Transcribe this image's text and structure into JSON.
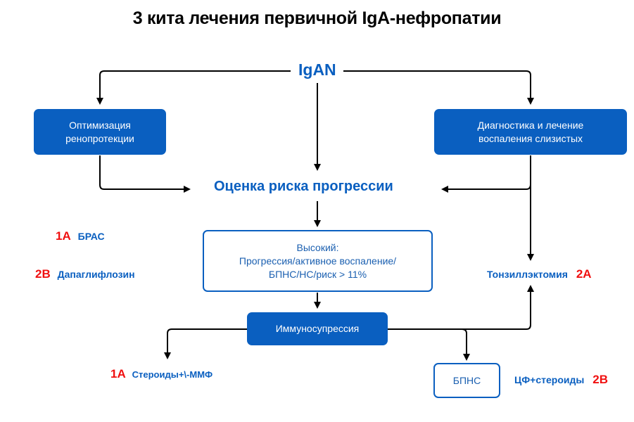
{
  "title": "3 кита лечения первичной IgA-нефропатии",
  "colors": {
    "accent": "#0a5fc0",
    "grade": "#f01010",
    "line": "#000000"
  },
  "nodes": {
    "root": "IgAN",
    "renoprotection": "Оптимизация ренопротекции",
    "mucosal": "Диагностика и лечение воспаления слизистых",
    "risk": "Оценка риска прогрессии",
    "high_risk": {
      "line1": "Высокий:",
      "line2": "Прогрессия/активное воспаление/",
      "line3": "БПНС/НС/риск > 11%"
    },
    "immunosuppression": "Иммуносупрессия",
    "bpns": "БПНС"
  },
  "labels": {
    "bras": {
      "grade": "1A",
      "text": "БРАС"
    },
    "dapagliflozin": {
      "grade": "2B",
      "text": "Дапаглифлозин"
    },
    "tonsillectomy": {
      "grade": "2A",
      "text": "Тонзиллэктомия"
    },
    "steroids_mmf": {
      "grade": "1A",
      "text": "Стероиды+\\-ММФ"
    },
    "cf_steroids": {
      "grade": "2B",
      "text": "ЦФ+стероиды"
    }
  }
}
